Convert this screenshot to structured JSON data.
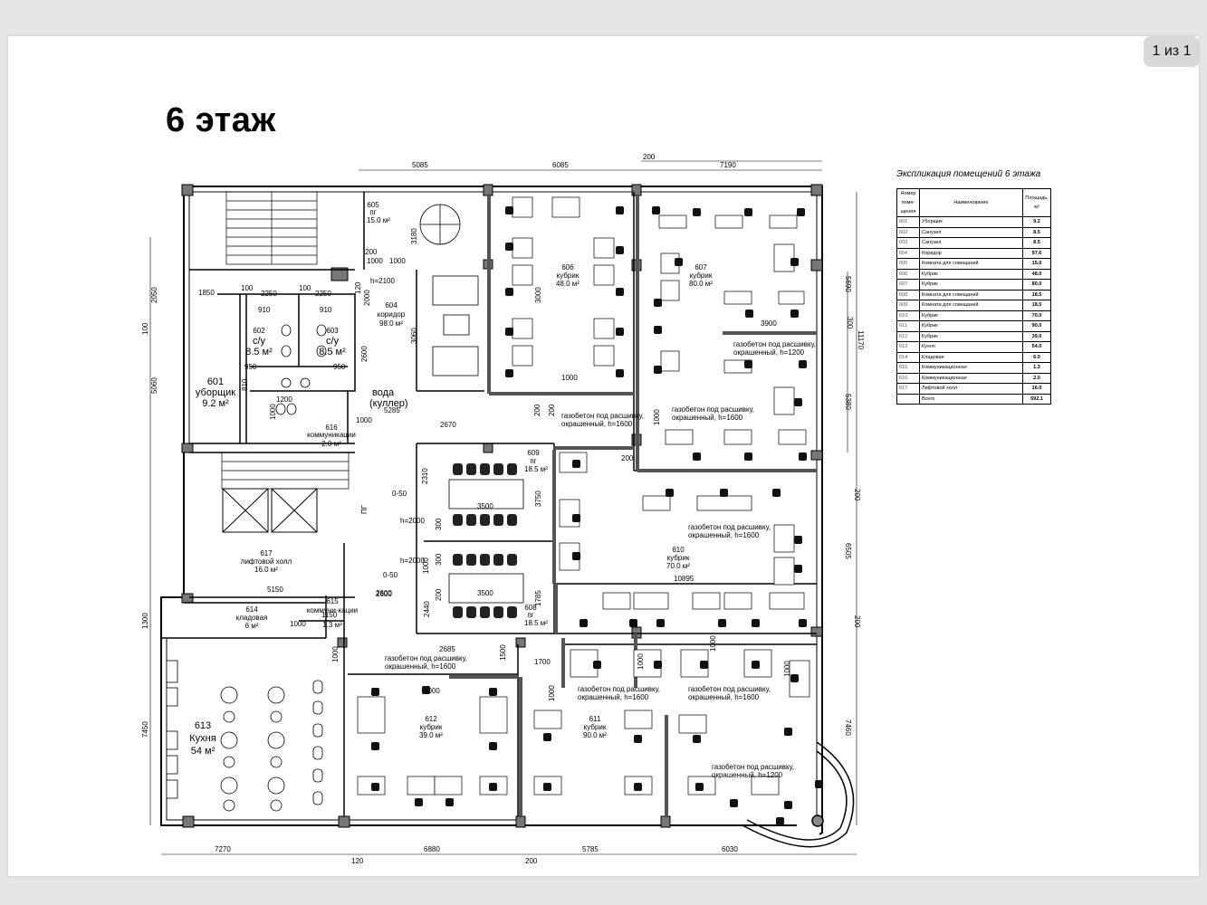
{
  "viewer": {
    "page_counter": "1 из 1"
  },
  "document": {
    "title": "6 этаж",
    "explication": {
      "title": "Экспликация помещений 6 этажа",
      "headers": [
        "Номер поме-щения",
        "Наименование",
        "Площадь, м²"
      ],
      "rows": [
        [
          "601",
          "Уборщик",
          "9.2"
        ],
        [
          "602",
          "Санузел",
          "8.5"
        ],
        [
          "603",
          "Санузел",
          "8.5"
        ],
        [
          "604",
          "Коридор",
          "97.6"
        ],
        [
          "605",
          "Комната для совещаний",
          "15.0"
        ],
        [
          "606",
          "Кубрик",
          "48.0"
        ],
        [
          "607",
          "Кубрик",
          "80.0"
        ],
        [
          "608",
          "Комната для совещаний",
          "18.5"
        ],
        [
          "609",
          "Комната для совещаний",
          "18.5"
        ],
        [
          "610",
          "Кубрик",
          "70.0"
        ],
        [
          "611",
          "Кубрик",
          "90.0"
        ],
        [
          "612",
          "Кубрик",
          "39.0"
        ],
        [
          "613",
          "Кухня",
          "54.0"
        ],
        [
          "614",
          "Кладовая",
          "6.0"
        ],
        [
          "615",
          "Коммуникационная",
          "1.3"
        ],
        [
          "616",
          "Коммуникационная",
          "2.0"
        ],
        [
          "617",
          "Лифтовой холл",
          "16.0"
        ]
      ],
      "total_label": "Всего",
      "total_value": "592.1"
    },
    "rooms": {
      "r601": [
        "601",
        "уборщик",
        "9.2 м²"
      ],
      "r602": [
        "602",
        "с/у",
        "8.5 м²"
      ],
      "r603": [
        "603",
        "с/у",
        "8.5 м²"
      ],
      "r604": [
        "604",
        "коридор",
        "98.0 м²"
      ],
      "r605": [
        "605",
        "пг",
        "15.0 м²"
      ],
      "r606": [
        "606",
        "кубрик",
        "48.0 м²"
      ],
      "r607": [
        "607",
        "кубрик",
        "80.0 м²"
      ],
      "r608": [
        "608",
        "пг",
        "18.5 м²"
      ],
      "r609": [
        "609",
        "пг",
        "18.5 м²"
      ],
      "r610": [
        "610",
        "кубрик",
        "70.0 м²"
      ],
      "r611": [
        "611",
        "кубрик",
        "90.0 м²"
      ],
      "r612": [
        "612",
        "кубрик",
        "39.0 м²"
      ],
      "r613": [
        "613",
        "Кухня",
        "54 м²"
      ],
      "r614": [
        "614",
        "кладовая",
        "6 м²"
      ],
      "r615": [
        "615",
        "коммуни-кации",
        "1.3 м²"
      ],
      "r616": [
        "616",
        "коммуникации",
        "2.0 м²"
      ],
      "r617": [
        "617",
        "лифтовой холл",
        "16.0 м²"
      ]
    },
    "notes": {
      "water": "вода",
      "cooler": "(куллер)",
      "partition_1200_a": "газобетон под расшивку,",
      "partition_1200_b": "окрашенный, h=1200",
      "partition_1600_a": "газобетон под расшивку,",
      "partition_1600_b": "окрашенный, h=1600",
      "pg": "ПГ"
    },
    "dimensions": {
      "top": [
        "5085",
        "6085",
        "200",
        "7190"
      ],
      "bottom": [
        "7270",
        "120",
        "6880",
        "200",
        "5785",
        "6030"
      ],
      "left": [
        "2050",
        "100",
        "5060",
        "1300",
        "7450"
      ],
      "right": [
        "5690",
        "11170",
        "300",
        "5380",
        "200",
        "6505",
        "200",
        "7460"
      ],
      "inner": [
        "1850",
        "100",
        "2250",
        "100",
        "2250",
        "910",
        "910",
        "950",
        "950",
        "810",
        "1200",
        "1000",
        "3180",
        "200",
        "1000",
        "1000",
        "h=2100",
        "120",
        "2000",
        "3060",
        "2600",
        "5285",
        "2670",
        "2310",
        "3750",
        "3500",
        "3500",
        "2600",
        "1000",
        "200",
        "200",
        "1000",
        "200",
        "3900",
        "3000",
        "1000",
        "1000",
        "h=2000",
        "h=2000",
        "0-50",
        "0-50",
        "300",
        "300",
        "200",
        "1000",
        "2440",
        "1785",
        "10895",
        "5150",
        "1150",
        "2600",
        "1000",
        "1500",
        "2685",
        "1000",
        "1700",
        "1000",
        "1000",
        "1000",
        "1000"
      ]
    }
  }
}
